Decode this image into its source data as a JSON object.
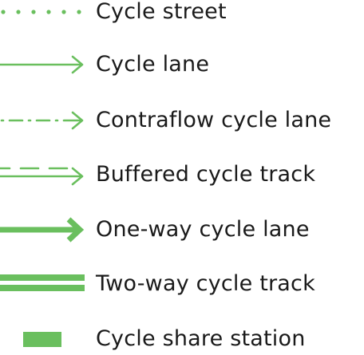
{
  "colors": {
    "symbol": "#6abf5e",
    "text": "#1a1a1a",
    "background": "#ffffff"
  },
  "legend": {
    "items": [
      {
        "label": "Cycle street",
        "symbol": "dotted-line-icon"
      },
      {
        "label": "Cycle lane",
        "symbol": "arrow-line-icon"
      },
      {
        "label": "Contraflow cycle lane",
        "symbol": "dash-dot-arrow-icon"
      },
      {
        "label": "Buffered cycle track",
        "symbol": "dashed-double-arrow-icon"
      },
      {
        "label": "One-way cycle lane",
        "symbol": "thick-arrow-icon"
      },
      {
        "label": "Two-way cycle track",
        "symbol": "double-thick-line-icon"
      },
      {
        "label": "Cycle share station",
        "symbol": "rectangle-icon"
      }
    ]
  }
}
